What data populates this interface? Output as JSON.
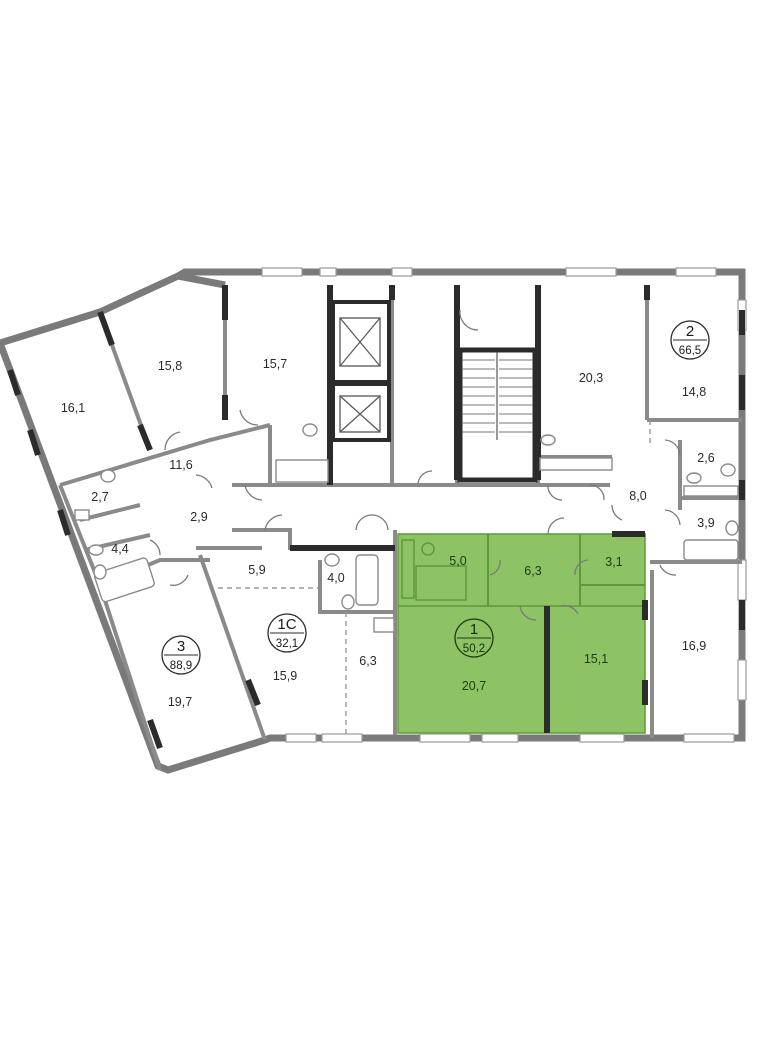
{
  "colors": {
    "highlight": "#8dc265",
    "highlight_stroke": "#5f9a3a",
    "wall": "#7a7a7a",
    "dark_wall": "#2b2b2b"
  },
  "apartments": [
    {
      "id": "apt-1",
      "number": "1",
      "total_area": "50,2",
      "highlighted": true
    },
    {
      "id": "apt-2",
      "number": "2",
      "total_area": "66,5",
      "highlighted": false
    },
    {
      "id": "apt-3",
      "number": "3",
      "total_area": "88,9",
      "highlighted": false
    },
    {
      "id": "apt-1c",
      "number": "1С",
      "total_area": "32,1",
      "highlighted": false
    }
  ],
  "rooms": [
    {
      "name": "room-16-1",
      "area": "16,1"
    },
    {
      "name": "room-15-8",
      "area": "15,8"
    },
    {
      "name": "room-15-7",
      "area": "15,7"
    },
    {
      "name": "room-20-3",
      "area": "20,3"
    },
    {
      "name": "room-14-8",
      "area": "14,8"
    },
    {
      "name": "room-11-6",
      "area": "11,6"
    },
    {
      "name": "room-2-7",
      "area": "2,7"
    },
    {
      "name": "room-2-9",
      "area": "2,9"
    },
    {
      "name": "room-4-4",
      "area": "4,4"
    },
    {
      "name": "room-2-6",
      "area": "2,6"
    },
    {
      "name": "room-8-0",
      "area": "8,0"
    },
    {
      "name": "room-3-9",
      "area": "3,9"
    },
    {
      "name": "room-5-9",
      "area": "5,9"
    },
    {
      "name": "room-4-0",
      "area": "4,0"
    },
    {
      "name": "room-5-0",
      "area": "5,0"
    },
    {
      "name": "room-6-3-hall",
      "area": "6,3"
    },
    {
      "name": "room-3-1",
      "area": "3,1"
    },
    {
      "name": "room-20-7",
      "area": "20,7"
    },
    {
      "name": "room-15-1",
      "area": "15,1"
    },
    {
      "name": "room-16-9",
      "area": "16,9"
    },
    {
      "name": "room-15-9",
      "area": "15,9"
    },
    {
      "name": "room-6-3-kitchen",
      "area": "6,3"
    },
    {
      "name": "room-19-7",
      "area": "19,7"
    }
  ]
}
